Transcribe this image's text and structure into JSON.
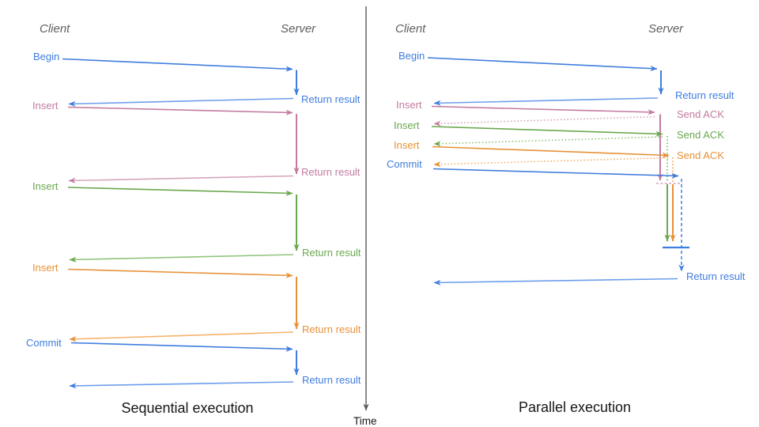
{
  "colors": {
    "blue": "#3F7DDE",
    "blue_light": "#6D9EEB",
    "pink": "#C27BA0",
    "pink_light": "#D5A6BD",
    "green": "#6AA84F",
    "green_light": "#93C47D",
    "orange": "#E69138",
    "orange_light": "#F6B26B",
    "gray": "#5F5F5F",
    "axis": "#595959"
  },
  "diagram": {
    "time_axis_label": "Time",
    "panels": [
      {
        "title": "Sequential execution",
        "client_header": "Client",
        "server_header": "Server",
        "steps": [
          {
            "request": "Begin",
            "response": "Return result",
            "color": "#3F7DDE"
          },
          {
            "request": "Insert",
            "response": "Return result",
            "color": "#C27BA0"
          },
          {
            "request": "Insert",
            "response": "Return result",
            "color": "#6AA84F"
          },
          {
            "request": "Insert",
            "response": "Return result",
            "color": "#E69138"
          },
          {
            "request": "Commit",
            "response": "Return result",
            "color": "#3F7DDE"
          }
        ]
      },
      {
        "title": "Parallel execution",
        "client_header": "Client",
        "server_header": "Server",
        "steps": [
          {
            "request": "Begin",
            "response": "Return result",
            "color": "#3F7DDE"
          },
          {
            "request": "Insert",
            "response": "Send ACK",
            "color": "#C27BA0"
          },
          {
            "request": "Insert",
            "response": "Send ACK",
            "color": "#6AA84F"
          },
          {
            "request": "Insert",
            "response": "Send ACK",
            "color": "#E69138"
          },
          {
            "request": "Commit",
            "response": "Return result",
            "color": "#3F7DDE"
          }
        ],
        "final_response": "Return result"
      }
    ]
  }
}
